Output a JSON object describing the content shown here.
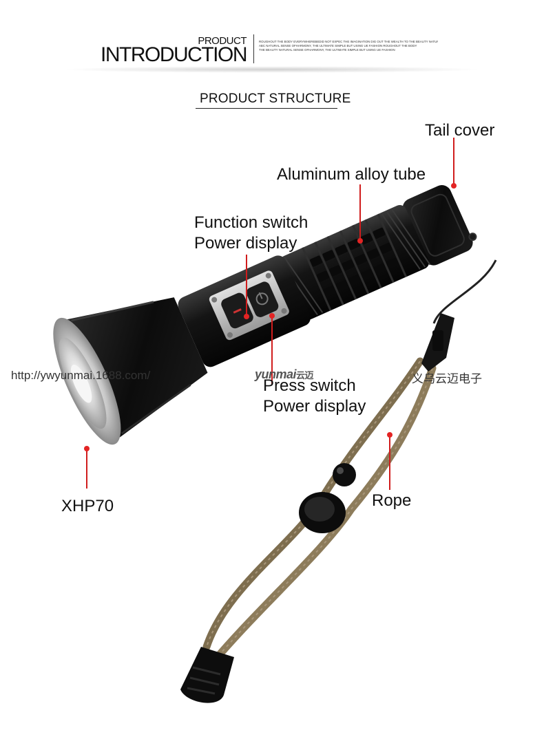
{
  "header": {
    "small_title": "PRODUCT",
    "big_title": "INTRODUCTION",
    "blurb_lines": [
      "ROUGHOUT THE BODY EVERYWHEREBEDID NOT EXPEC THE IMAGINATION DIG OUT THE WEALTH TO THE BEAUTY NATURAL",
      "ABC NATURAL SENSE OFHARMONY, THE ULTIMATE SIMPLE BUT USING UE FASHION ROUGHOUT THE BODY",
      "THE BEAUTY NATURAL SENSE OFHARMONY, THE ULTIMATE SIMPLE BUT USING UE FASHION"
    ]
  },
  "section_title": "PRODUCT STRUCTURE",
  "labels": {
    "tail_cover": "Tail cover",
    "alloy_tube": "Aluminum alloy tube",
    "function_switch_1": "Function switch",
    "function_switch_2": "Power display",
    "press_switch_1": "Press switch",
    "press_switch_2": "Power display",
    "led": "XHP70",
    "rope": "Rope"
  },
  "watermark": {
    "url": "http://ywyunmai.1688.com/",
    "brand": "yunmai",
    "brand_cn": "云迈",
    "company_cn": "义乌云迈电子"
  },
  "colors": {
    "leader": "#d01c1c",
    "rope": "#8a7a5a",
    "body": "#161616"
  }
}
